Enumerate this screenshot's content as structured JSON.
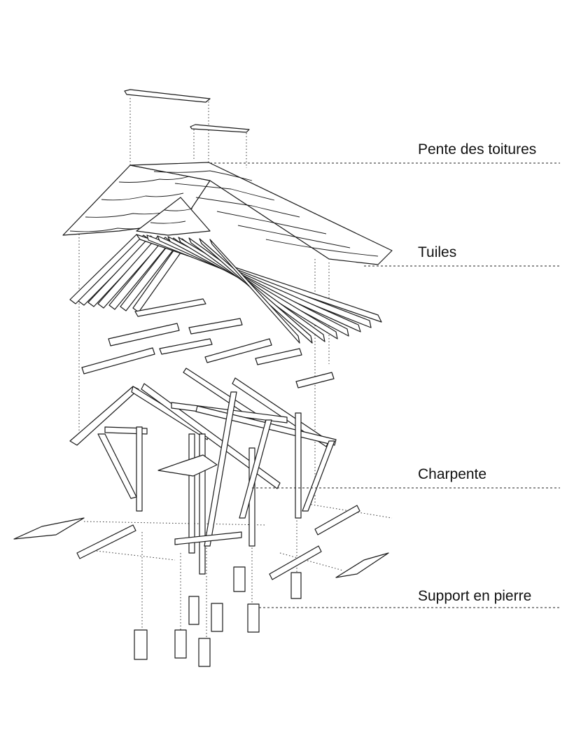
{
  "labels": {
    "roof_slope": "Pente des toitures",
    "tiles": "Tuiles",
    "frame": "Charpente",
    "stone_support": "Support en pierre"
  }
}
